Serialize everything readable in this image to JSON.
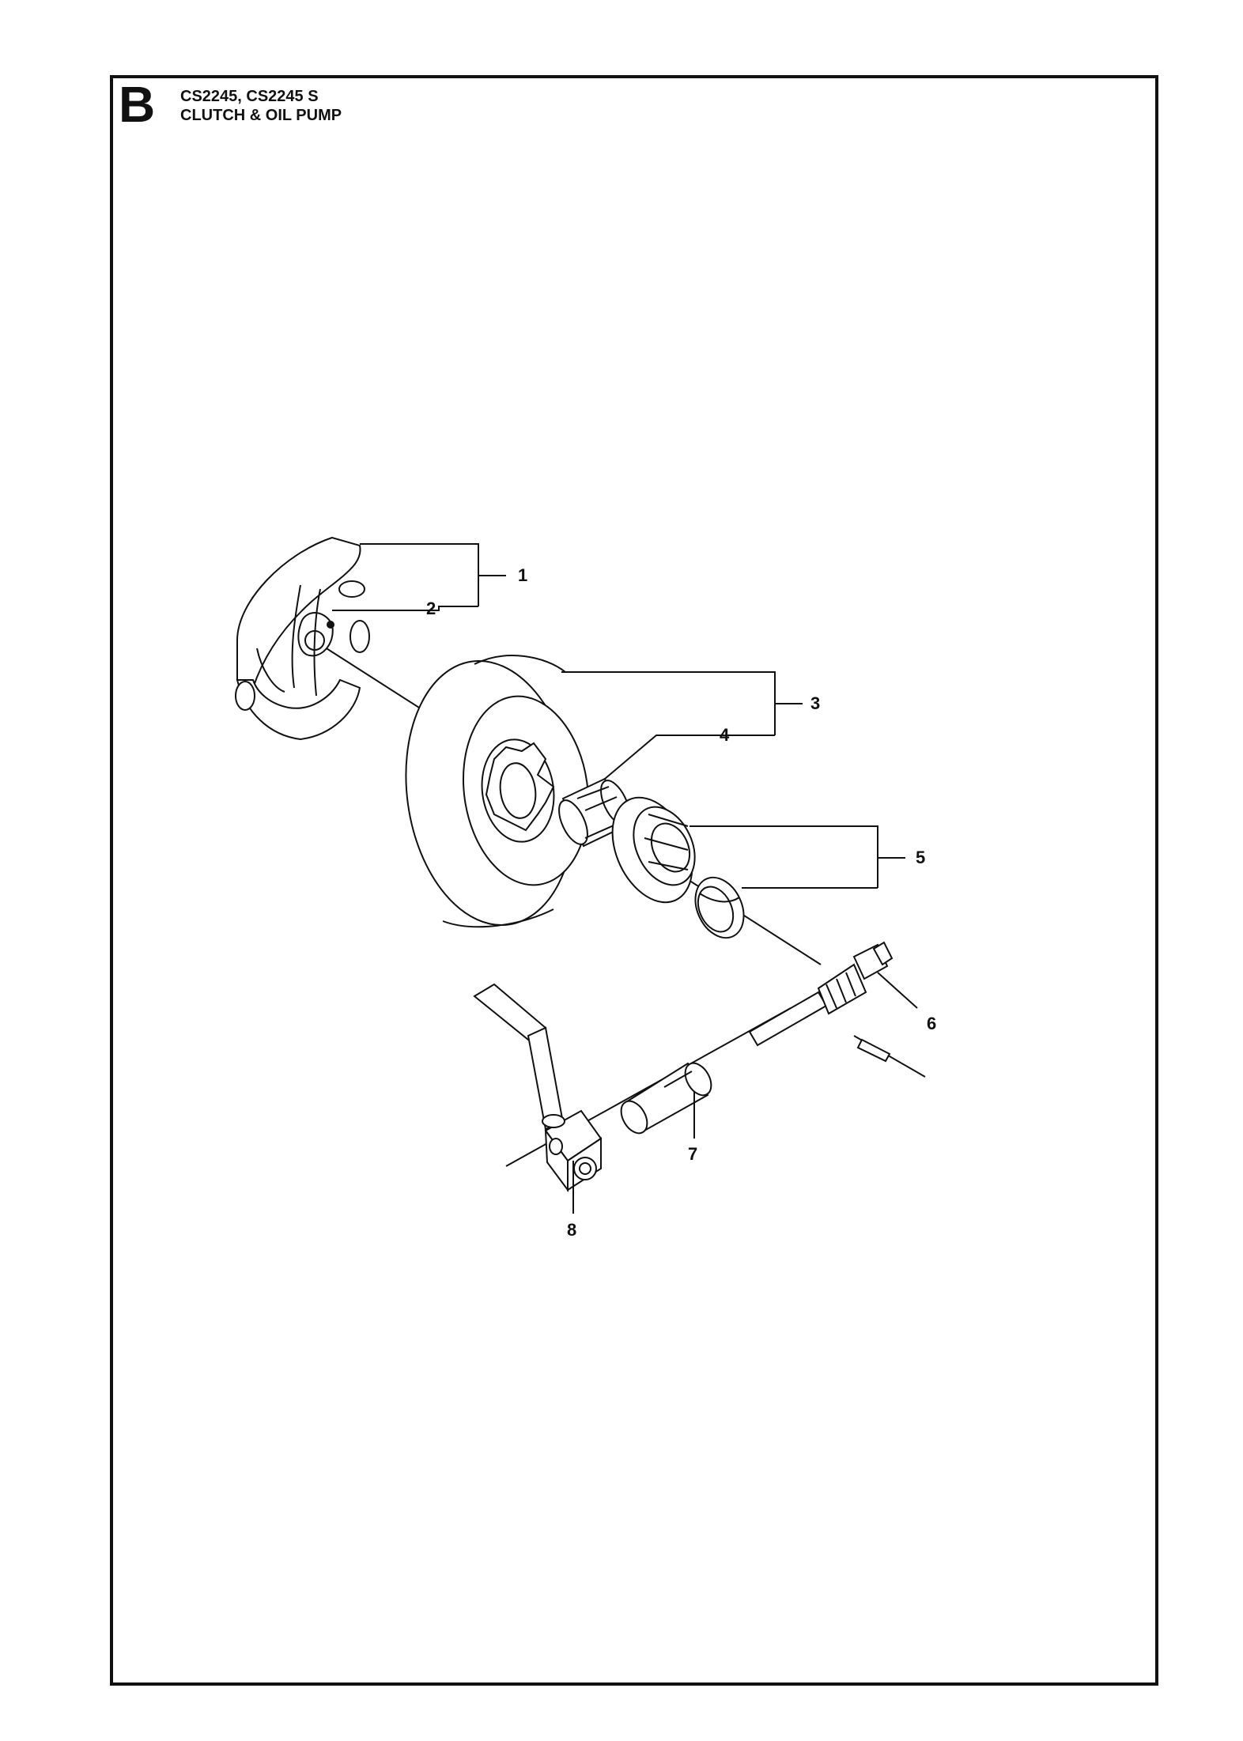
{
  "header": {
    "section_letter": "B",
    "model": "CS2245, CS2245 S",
    "title": "CLUTCH & OIL PUMP"
  },
  "callouts": [
    "1",
    "2",
    "3",
    "4",
    "5",
    "6",
    "7",
    "8"
  ]
}
